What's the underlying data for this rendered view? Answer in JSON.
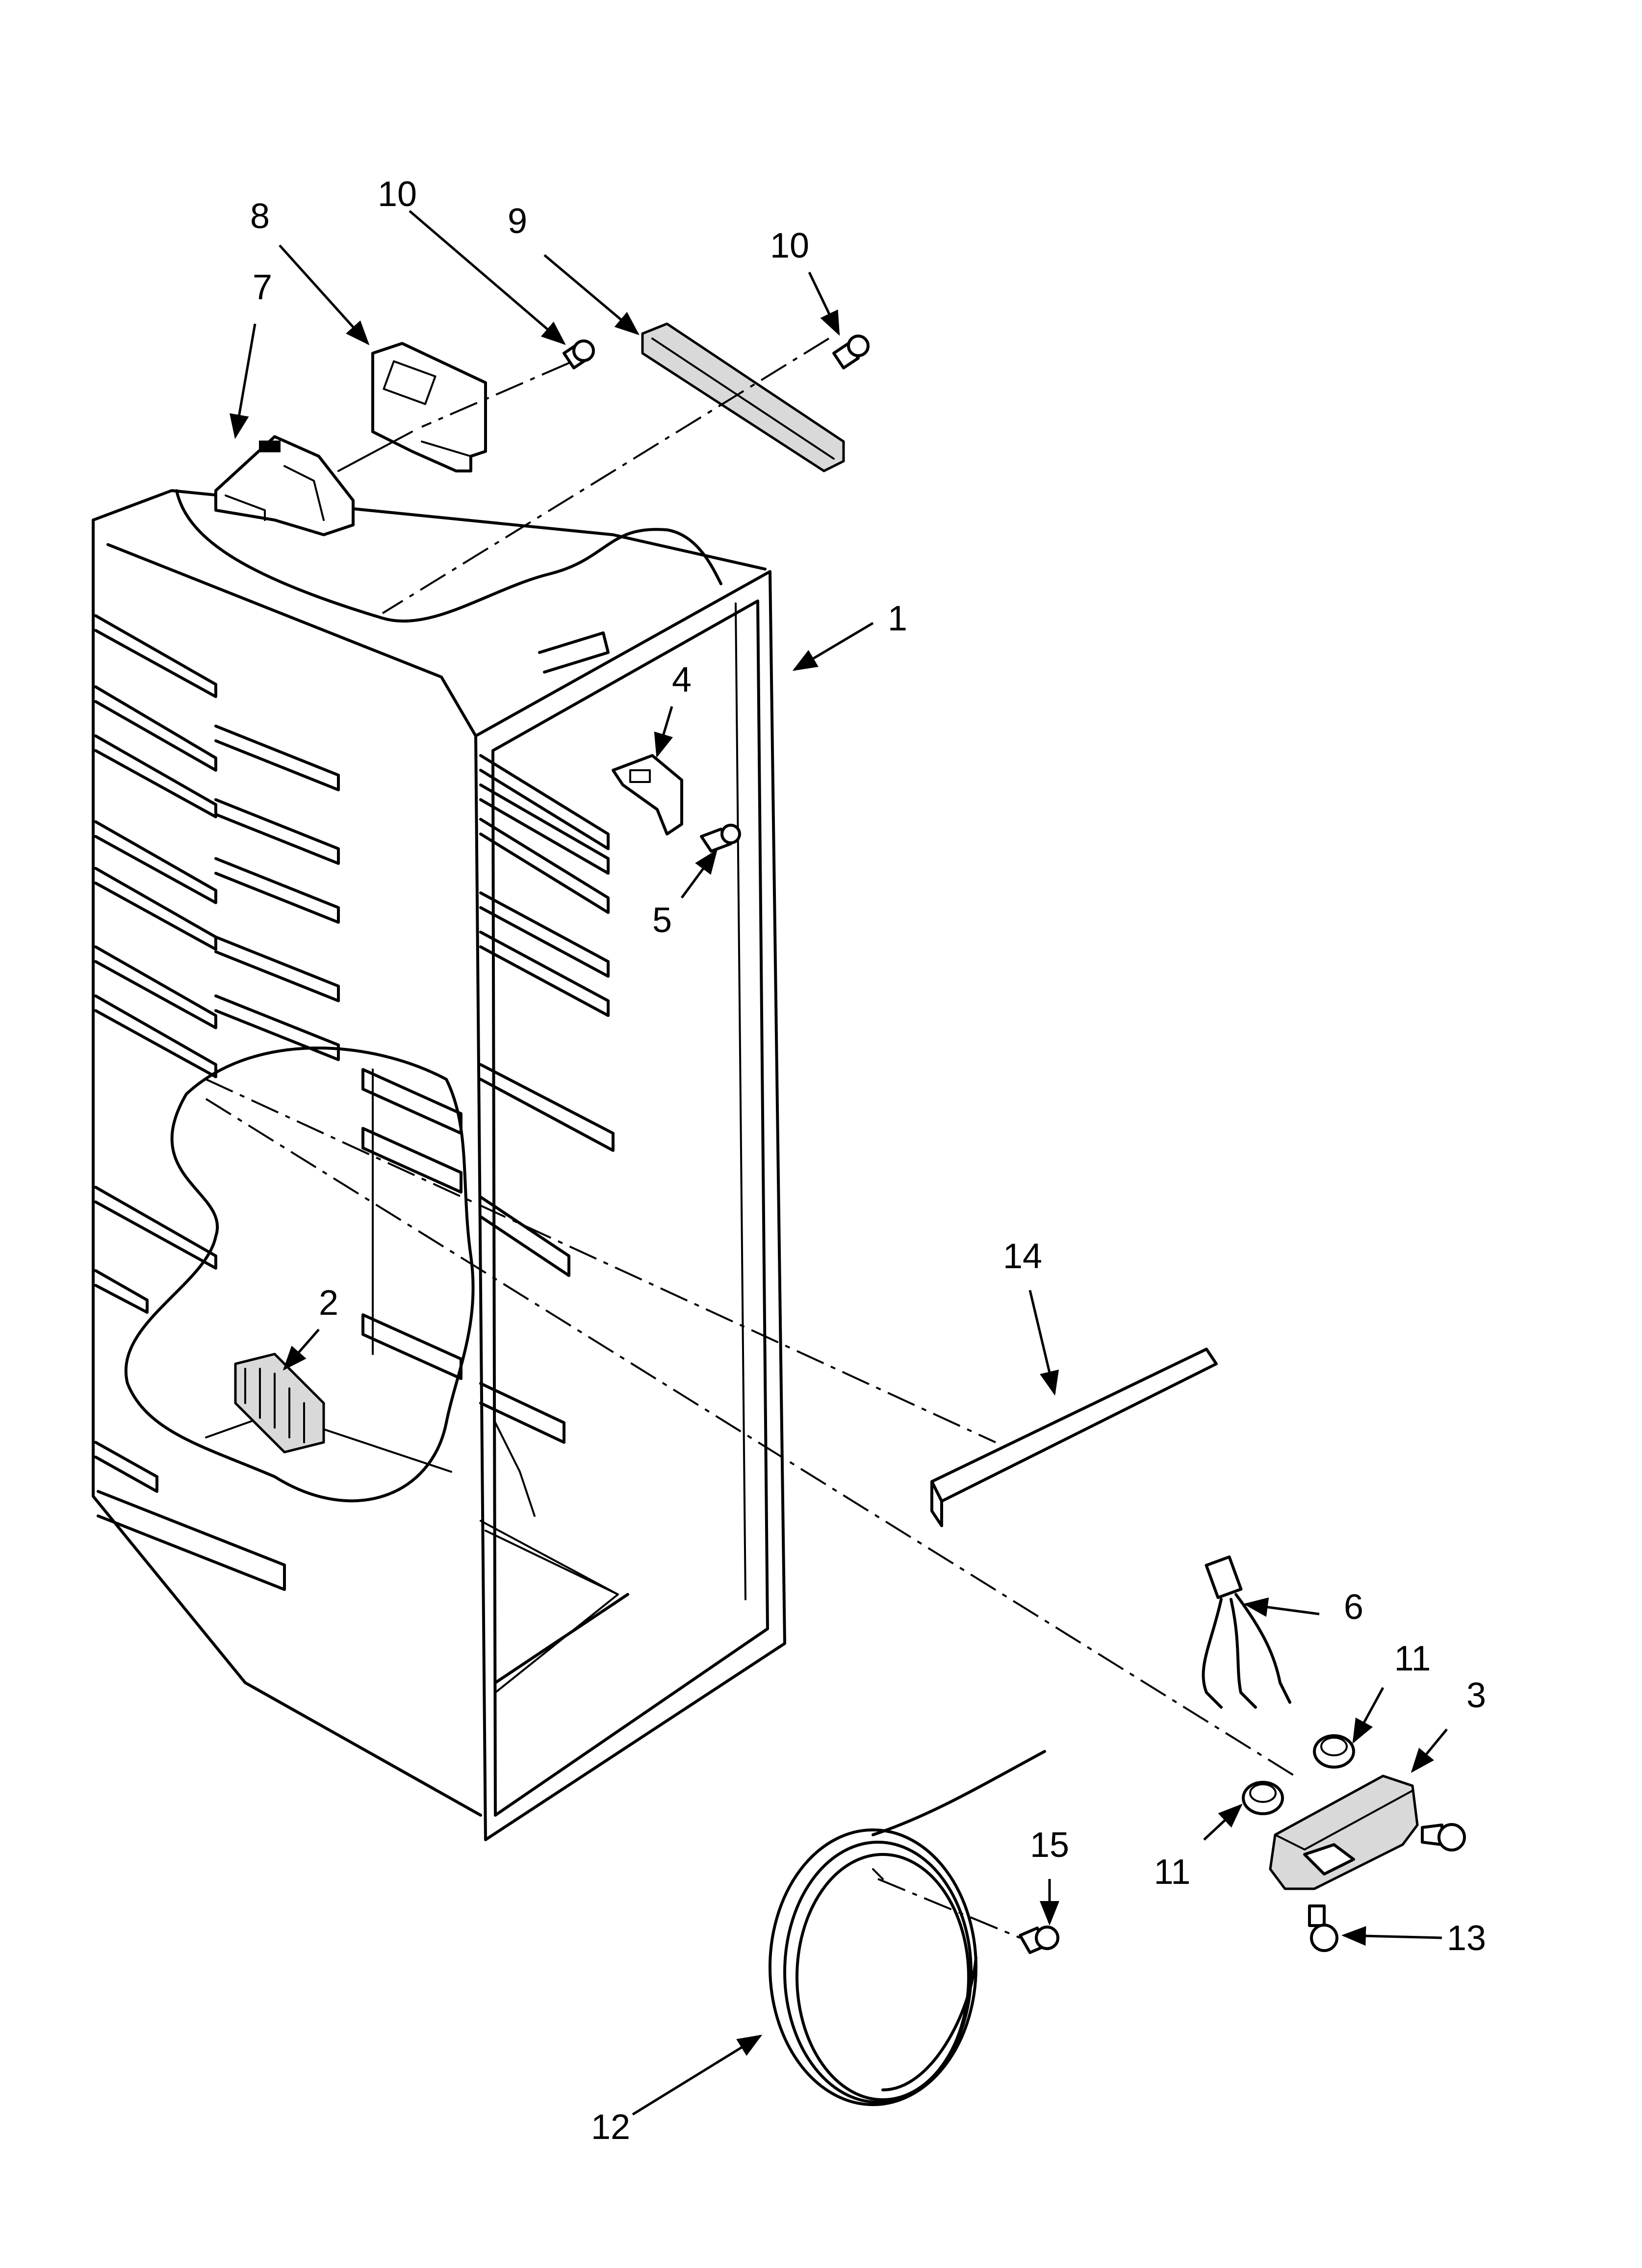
{
  "callouts": [
    {
      "id": "1",
      "text": "1"
    },
    {
      "id": "2",
      "text": "2"
    },
    {
      "id": "3",
      "text": "3"
    },
    {
      "id": "4",
      "text": "4"
    },
    {
      "id": "5",
      "text": "5"
    },
    {
      "id": "6",
      "text": "6"
    },
    {
      "id": "7",
      "text": "7"
    },
    {
      "id": "8",
      "text": "8"
    },
    {
      "id": "9",
      "text": "9"
    },
    {
      "id": "10a",
      "text": "10"
    },
    {
      "id": "10b",
      "text": "10"
    },
    {
      "id": "11a",
      "text": "11"
    },
    {
      "id": "11b",
      "text": "11"
    },
    {
      "id": "12",
      "text": "12"
    },
    {
      "id": "13",
      "text": "13"
    },
    {
      "id": "14",
      "text": "14"
    },
    {
      "id": "15",
      "text": "15"
    }
  ]
}
